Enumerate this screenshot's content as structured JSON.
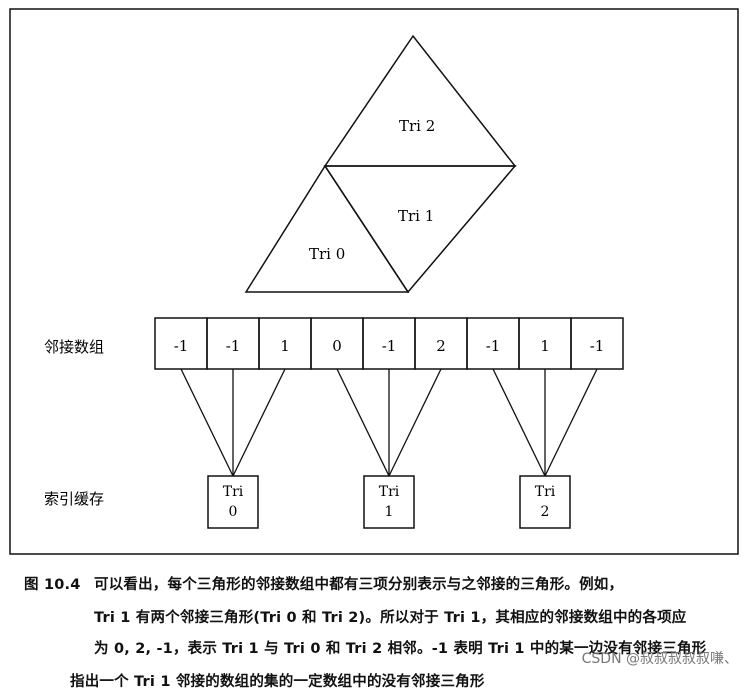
{
  "figure": {
    "triangles": [
      "Tri 2",
      "Tri 1",
      "Tri 0"
    ],
    "adjacency_label": "邻接数组",
    "adjacency_values": [
      "-1",
      "-1",
      "1",
      "0",
      "-1",
      "2",
      "-1",
      "1",
      "-1"
    ],
    "index_label": "索引缓存",
    "index_boxes": [
      {
        "line1": "Tri",
        "line2": "0"
      },
      {
        "line1": "Tri",
        "line2": "1"
      },
      {
        "line1": "Tri",
        "line2": "2"
      }
    ]
  },
  "caption": {
    "label": "图 10.4",
    "lines": [
      "可以看出，每个三角形的邻接数组中都有三项分别表示与之邻接的三角形。例如，",
      "Tri 1 有两个邻接三角形(Tri 0 和 Tri 2)。所以对于 Tri 1，其相应的邻接数组中的各项应",
      "为 0, 2, -1，表示 Tri 1 与 Tri 0 和 Tri 2 相邻。-1 表明 Tri 1 中的某一边没有邻接三角形",
      "指出一个 Tri 1 邻接的数组的集的一定数组中的没有邻接三角形"
    ]
  },
  "watermark": "CSDN @叔叔叔叔叔嗛、"
}
